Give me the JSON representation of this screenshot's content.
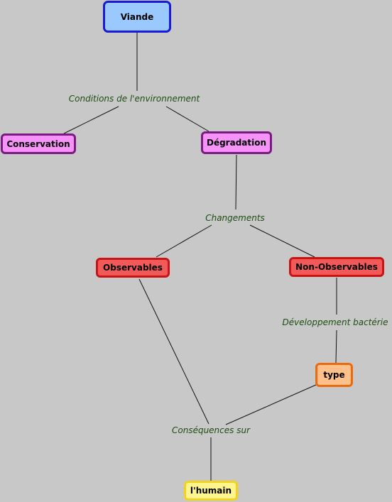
{
  "nodes": {
    "viande": {
      "label": "Viande",
      "fill": "#99c9ff",
      "border": "#1a1ad9"
    },
    "conservation": {
      "label": "Conservation",
      "fill": "#f693f8",
      "border": "#7a1a82"
    },
    "degradation": {
      "label": "Dégradation",
      "fill": "#f693f8",
      "border": "#7a1a82"
    },
    "observables": {
      "label": "Observables",
      "fill": "#f25a5a",
      "border": "#c81414"
    },
    "non_observables": {
      "label": "Non-Observables",
      "fill": "#f25a5a",
      "border": "#c81414"
    },
    "type": {
      "label": "type",
      "fill": "#ffc08a",
      "border": "#ea6a10"
    },
    "lhumain": {
      "label": "l'humain",
      "fill": "#fff58c",
      "border": "#f2d21c"
    }
  },
  "links": {
    "conditions": "Conditions de l'environnement",
    "changements": "Changements",
    "developpement": "Développement bactérie",
    "consequences": "Conséquences sur"
  }
}
